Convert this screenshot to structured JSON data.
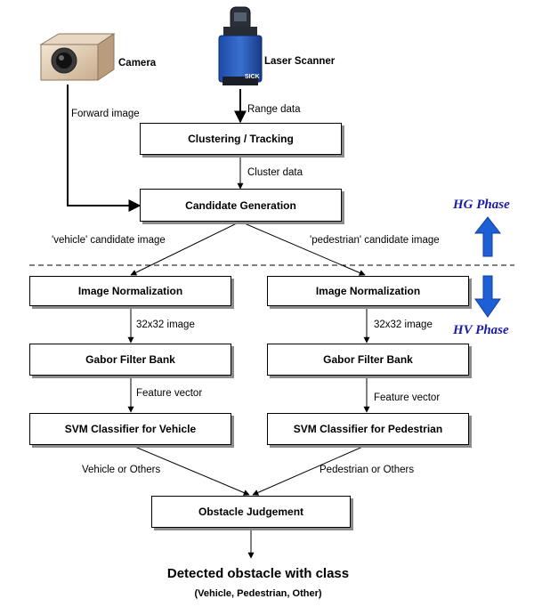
{
  "devices": {
    "camera_label": "Camera",
    "laser_label": "Laser Scanner",
    "laser_brand": "SICK"
  },
  "edges": {
    "forward_image": "Forward image",
    "range_data": "Range data",
    "cluster_data": "Cluster data",
    "vehicle_candidate": "'vehicle' candidate image",
    "pedestrian_candidate": "'pedestrian' candidate image",
    "left_32": "32x32 image",
    "right_32": "32x32 image",
    "left_feature": "Feature vector",
    "right_feature": "Feature vector",
    "vehicle_or_others": "Vehicle or Others",
    "pedestrian_or_others": "Pedestrian or Others"
  },
  "boxes": {
    "clustering": "Clustering / Tracking",
    "candidate": "Candidate Generation",
    "left_norm": "Image Normalization",
    "right_norm": "Image Normalization",
    "left_gabor": "Gabor Filter Bank",
    "right_gabor": "Gabor Filter Bank",
    "left_svm": "SVM Classifier for Vehicle",
    "right_svm": "SVM Classifier for Pedestrian",
    "judgement": "Obstacle Judgement"
  },
  "phases": {
    "hg": "HG Phase",
    "hv": "HV Phase"
  },
  "output": {
    "title": "Detected obstacle with class",
    "subtitle": "(Vehicle, Pedestrian, Other)"
  },
  "colors": {
    "phase_arrow": "#1f5fd6",
    "phase_text": "#1a1aa8",
    "box_shadow": "#8c8c8c"
  }
}
